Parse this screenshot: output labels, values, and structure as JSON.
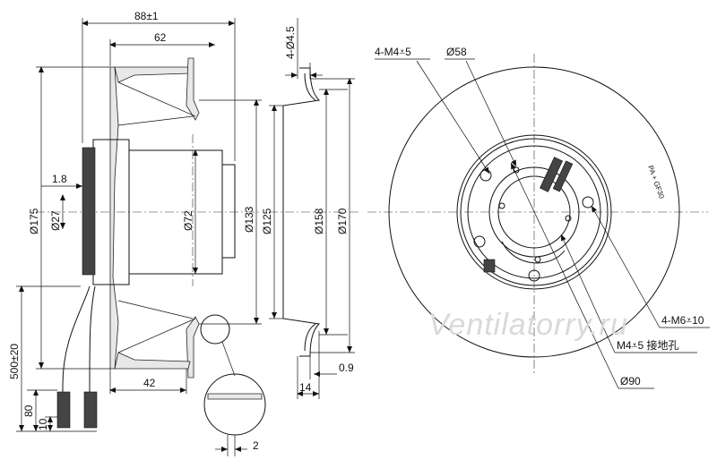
{
  "side_view": {
    "dim_88": "88±1",
    "dim_62": "62",
    "dim_1_8": "1.8",
    "dim_175": "Ø175",
    "dim_27": "Ø27",
    "dim_72": "Ø72",
    "dim_133": "Ø133",
    "dim_500": "500±20",
    "dim_80": "80",
    "dim_10": "10",
    "dim_42": "42",
    "dim_2": "2"
  },
  "section_view": {
    "dim_4_d4_5": "4-Ø4.5",
    "dim_125": "Ø125",
    "dim_158": "Ø158",
    "dim_170": "Ø170",
    "dim_0_9": "0.9",
    "dim_14": "14"
  },
  "front_view": {
    "callout_4m4": "4-M4⩡5",
    "callout_d58": "Ø58",
    "callout_4m6": "4-M6⩡10",
    "callout_ground": "M4⩡5 接地孔",
    "callout_d90": "Ø90",
    "material_label": "PA + GF30"
  },
  "watermark": "Ventilatorry.ru"
}
